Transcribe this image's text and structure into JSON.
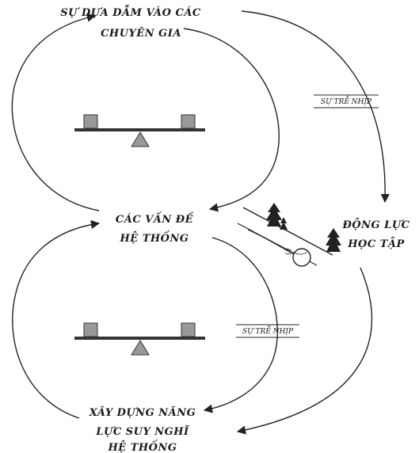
{
  "nodes": {
    "expert_reliance": [
      "SỰ DỰA DẪM VÀO CÁC",
      "CHUYÊN GIA"
    ],
    "systemic_problems": [
      "CÁC VẤN ĐỀ",
      "HỆ THỐNG"
    ],
    "learning_motivation": [
      "ĐỘNG LỰC",
      "HỌC TẬP"
    ],
    "systems_thinking": [
      "XÂY DỰNG NĂNG",
      "LỰC SUY NGHĨ",
      "HỆ THỐNG"
    ]
  },
  "delays": {
    "top": "SỰ TRỄ NHỊP",
    "middle": "SỰ TRỄ NHỊP"
  },
  "icons": {
    "balance_top": "balance-scale-icon",
    "balance_bottom": "balance-scale-icon",
    "snowball": "snowball-slope-icon"
  }
}
